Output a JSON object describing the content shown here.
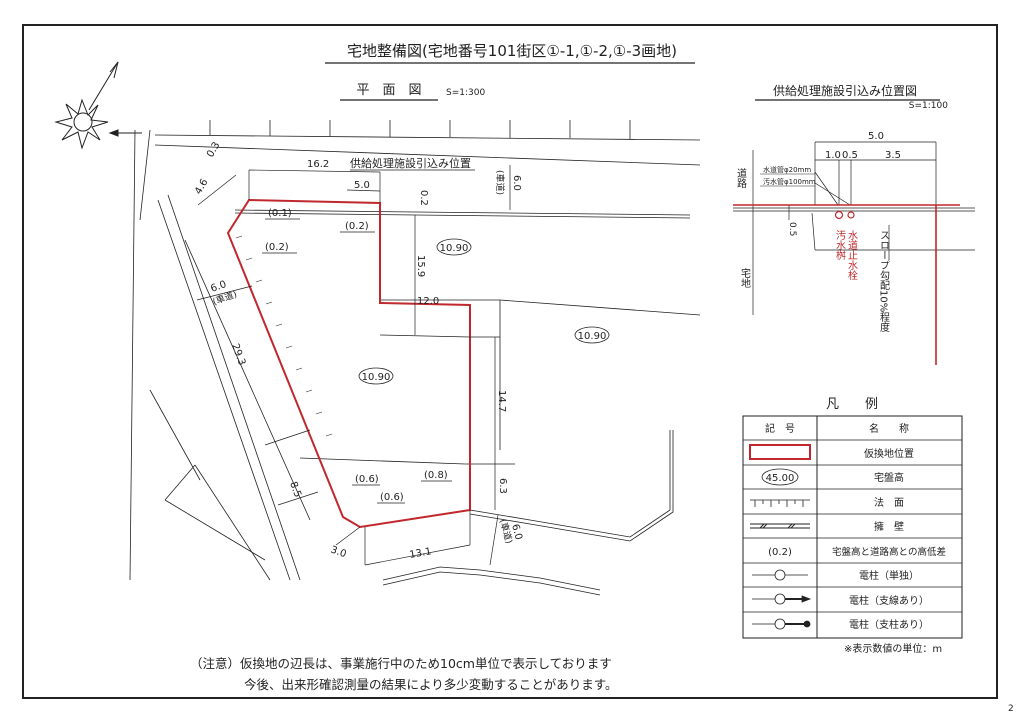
{
  "sheet": {
    "title": "宅地整備図(宅地番号101街区①-1,①-2,①-3画地)",
    "page_number": "2"
  },
  "plan": {
    "title": "平　面　図",
    "scale": "S=1:300",
    "service_location_label": "供給処理施設引込み位置",
    "dimensions": {
      "top_width": "16.2",
      "service_width": "5.0",
      "road_north_width": "6.0",
      "road_north_label": "(車道)",
      "corner_diag_1": "4.6",
      "corner_diag_2": "0.3",
      "step_small": "0.2",
      "depth_upper": "15.9",
      "step_width": "12.0",
      "depth_right": "14.7",
      "west_road_width": "6.0",
      "west_road_label": "(車道)",
      "west_length": "29.3",
      "southwest_length": "8.5",
      "south_corner": "3.0",
      "south_width": "13.1",
      "southeast_height": "6.3",
      "south_road_width": "6.0",
      "south_road_label": "(車道)"
    },
    "height_diffs": [
      "(0.1)",
      "(0.2)",
      "(0.2)",
      "(0.6)",
      "(0.6)",
      "(0.8)"
    ],
    "ground_levels": [
      "10.90",
      "10.90",
      "10.90"
    ]
  },
  "inset": {
    "title": "供給処理施設引込み位置図",
    "scale": "S=1:100",
    "dims": {
      "total": "5.0",
      "d1": "1.0",
      "d2": "0.5",
      "d3": "3.5",
      "depth": "0.5"
    },
    "pipe_water": "水道管φ20mm",
    "pipe_sewer": "汚水管φ100mm",
    "road_label": "道路",
    "lot_label": "宅地",
    "sewer_box": "汚水桝",
    "water_valve": "水道止水栓",
    "slope_note": "スロープ勾配10%程度"
  },
  "legend": {
    "title": "凡　　例",
    "header_symbol": "記　号",
    "header_name": "名　　称",
    "rows": [
      {
        "symbol": "red-rect",
        "name": "仮換地位置"
      },
      {
        "symbol": "45.00",
        "name": "宅盤高"
      },
      {
        "symbol": "slope-hatch",
        "name": "法　面"
      },
      {
        "symbol": "retaining-wall",
        "name": "擁　壁"
      },
      {
        "symbol": "(0.2)",
        "name": "宅盤高と道路高との高低差"
      },
      {
        "symbol": "pole",
        "name": "電柱（単独）"
      },
      {
        "symbol": "pole-guy-wire",
        "name": "電柱（支線あり）"
      },
      {
        "symbol": "pole-strut",
        "name": "電柱（支柱あり）"
      }
    ],
    "unit_note": "※表示数値の単位：m"
  },
  "notes": {
    "line1": "（注意）仮換地の辺長は、事業施行中のため10cm単位で表示しております",
    "line2": "今後、出来形確認測量の結果により多少変動することがあります。"
  },
  "colors": {
    "lot_outline": "#c0282d",
    "line": "#222222"
  }
}
